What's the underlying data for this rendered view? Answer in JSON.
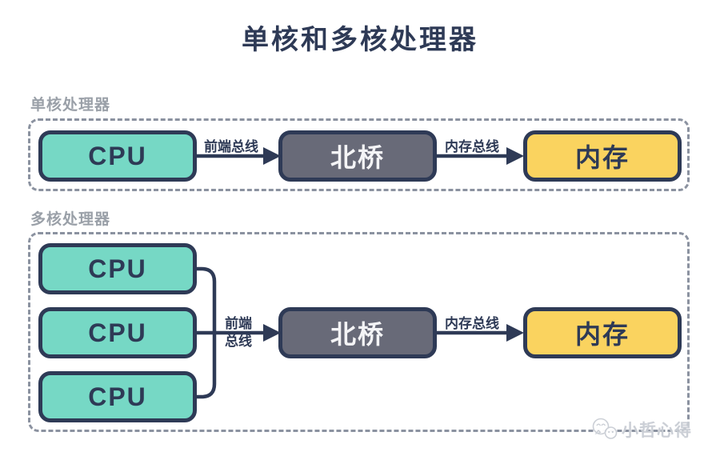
{
  "title": "单核和多核处理器",
  "theme": {
    "navy": "#2e3a56",
    "teal": "#76d8c5",
    "box-gray": "#686a78",
    "yellow": "#fad35f",
    "label-gray": "#9aa0a8",
    "dash-gray": "#8b92a0",
    "watermark-gray": "#c9cdd4"
  },
  "sections": [
    {
      "label": "单核处理器",
      "cpu": "CPU",
      "northbridge": "北桥",
      "memory": "内存",
      "front_bus": "前端总线",
      "memory_bus": "内存总线"
    },
    {
      "label": "多核处理器",
      "cpus": [
        "CPU",
        "CPU",
        "CPU"
      ],
      "northbridge": "北桥",
      "memory": "内存",
      "front_bus": "前端总线",
      "memory_bus": "内存总线"
    }
  ],
  "watermark": {
    "text": "小哲心得"
  }
}
